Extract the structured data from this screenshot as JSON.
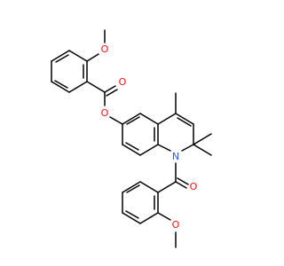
{
  "colors": {
    "background": "#ffffff",
    "bond": "#000000",
    "oxygen": "#ff0d0d",
    "nitrogen": "#3050f8"
  },
  "atoms": {
    "o_methoxy_top": "O",
    "o_carbonyl_ester": "O",
    "o_ester": "O",
    "n_ring": "N",
    "o_amide": "O",
    "o_methoxy_bottom": "O"
  }
}
